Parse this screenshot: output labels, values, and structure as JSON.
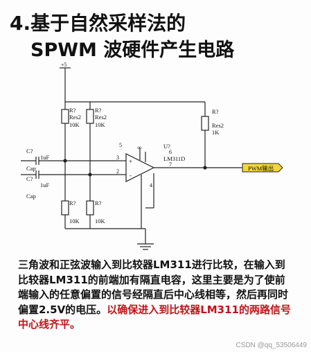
{
  "title": {
    "line1": "4.基于自然采样法的",
    "line2": "SPWM 波硬件产生电路"
  },
  "circuit": {
    "supply": "+5",
    "r_left_top": {
      "ref": "R?",
      "type": "Res2",
      "value": "10K"
    },
    "r_mid_top": {
      "ref": "R?",
      "type": "Res2",
      "value": "10K"
    },
    "r_right": {
      "ref": "R?",
      "type": "Res2",
      "value": "1K"
    },
    "r_left_bottom": {
      "ref": "R?",
      "value": "10K"
    },
    "r_mid_bottom": {
      "ref": "R?",
      "value": "10K"
    },
    "c_top": {
      "ref": "C?",
      "value": "1uF",
      "type": "Cap"
    },
    "c_bottom": {
      "ref": "C?",
      "value": "1uF",
      "type": "Cap"
    },
    "comparator": {
      "ref": "U?",
      "part": "LM311D",
      "pin_out": "7",
      "pin_top_a": "5",
      "pin_top_b": "6",
      "pin_in_plus": "3",
      "pin_in_minus": "2",
      "pin_bottom": "4",
      "infinity": "∞",
      "plus": "+",
      "minus": "-"
    },
    "output_label": "PWM输出"
  },
  "paragraph": {
    "black": "三角波和正弦波输入到比较器LM311进行比较，在输入到比较器LM311的前端加有隔直电容，这里主要是为了使前端输入的任意偏置的信号经隔直后中心线相等，然后再同时偏置2.5V的电压。",
    "red": "以确保进入到比较器LM311的两路信号中心线齐平。"
  },
  "watermark": "CSDN @qq_53506449"
}
